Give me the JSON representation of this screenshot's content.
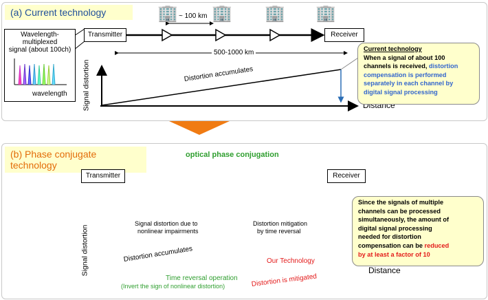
{
  "colors": {
    "tab_bg": "#ffffcc",
    "tab_a_text": "#1f4e9a",
    "tab_b_text": "#e36c09",
    "callout_bg": "#ffffcc",
    "blue_text": "#3366cc",
    "red_text": "#e31919",
    "green": "#2e9e2e",
    "arrow_orange": "#f07b13"
  },
  "panel_a": {
    "title": "(a) Current technology",
    "transmitter": "Transmitter",
    "receiver": "Receiver",
    "span_label": "~ 100 km",
    "distance_label": "500-1000 km",
    "signal_box": {
      "line1": "Wavelength-",
      "line2": "multiplexed",
      "line3": "signal (about 100ch)",
      "xlabel": "wavelength"
    },
    "ylabel": "Signal distortion",
    "xlabel": "Distance",
    "accum_label": "Distortion accumulates",
    "callout": {
      "title": "Current technology",
      "line1": "When a signal of about 100",
      "line2": "channels is received,",
      "line2_blue": "distortion",
      "line3_blue": "compensation is performed",
      "line4_blue": "separately in each channel by",
      "line5_blue": "digital signal processing"
    }
  },
  "panel_b": {
    "title": "(b) Phase conjugate technology",
    "transmitter": "Transmitter",
    "receiver": "Receiver",
    "opc_label": "optical phase conjugation",
    "caption_left_1": "Signal distortion due to",
    "caption_left_2": "nonlinear impairments",
    "caption_right_1": "Distortion mitigation",
    "caption_right_2": "by time reversal",
    "ylabel": "Signal distortion",
    "xlabel": "Distance",
    "accum_label": "Distortion accumulates",
    "our_tech": "Our Technology",
    "reversal_1": "Time reversal operation",
    "reversal_2": "(Invert the sign of nonlinear distortion)",
    "mitigated": "Distortion is mitigated",
    "callout": {
      "line1": "Since the signals of multiple",
      "line2": "channels can be processed",
      "line3": "simultaneously, the amount of",
      "line4": "digital signal processing",
      "line5": "needed for distortion",
      "line6_a": "compensation can be",
      "line6_red": "reduced",
      "line7_red": "by at least a factor of 10"
    }
  }
}
